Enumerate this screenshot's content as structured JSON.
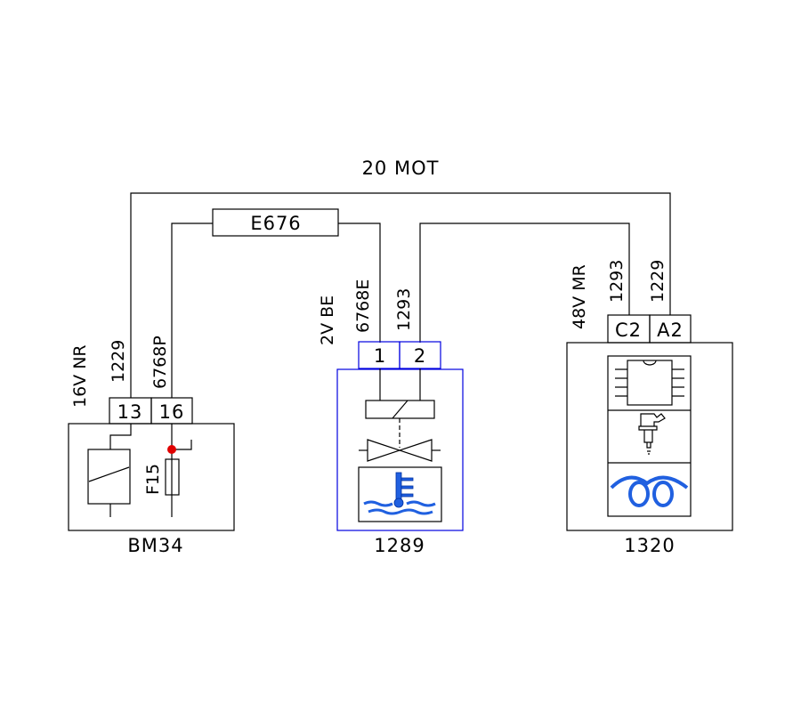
{
  "harness_label": "20 MOT",
  "inline_connector": "E676",
  "components": [
    {
      "id": "BM34",
      "connector_labels": [
        "16V NR"
      ],
      "pins": [
        "13",
        "16"
      ],
      "wires": [
        "1229",
        "6768P"
      ],
      "fuse": "F15"
    },
    {
      "id": "1289",
      "connector_labels": [
        "2V BE"
      ],
      "pins": [
        "1",
        "2"
      ],
      "wires": [
        "6768E",
        "1293"
      ]
    },
    {
      "id": "1320",
      "connector_labels": [
        "48V MR"
      ],
      "pins": [
        "C2",
        "A2"
      ],
      "wires": [
        "1293",
        "1229"
      ]
    }
  ],
  "colors": {
    "wire": "#000000",
    "highlight_component": "#0000e0",
    "icon_blue": "#2060e0",
    "junction": "#e00000"
  }
}
